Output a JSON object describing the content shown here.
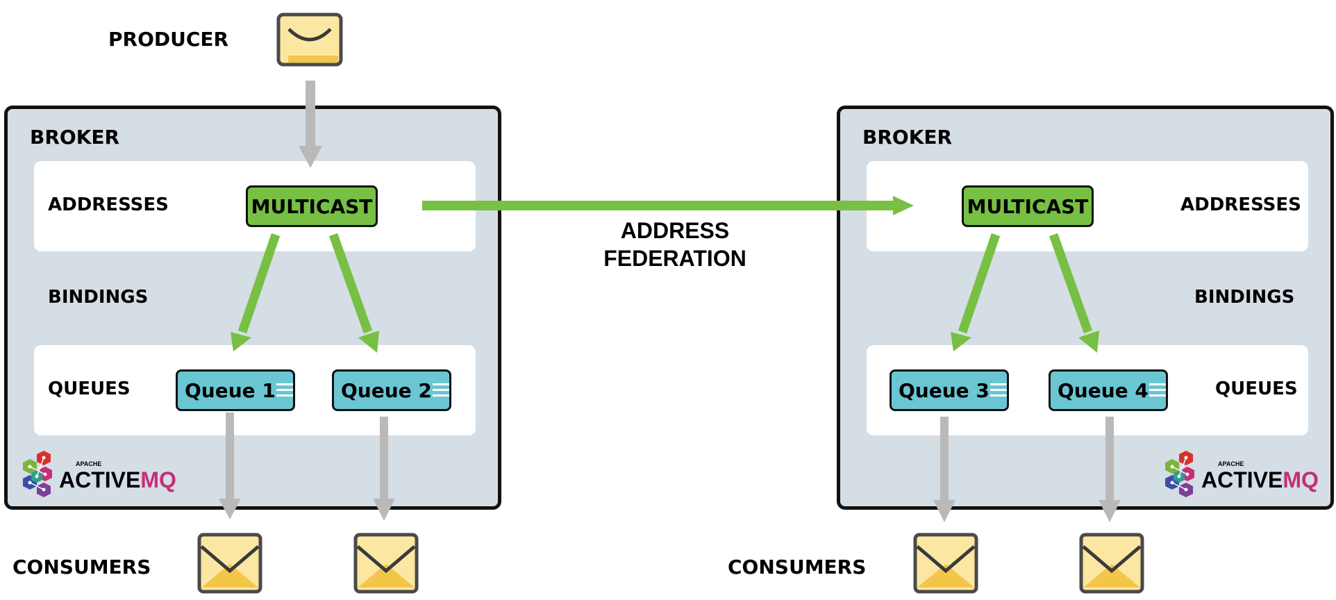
{
  "producer": {
    "label": "PRODUCER",
    "icon": "envelope-closed-icon"
  },
  "federation": {
    "line1": "ADDRESS",
    "line2": "FEDERATION"
  },
  "brokers": [
    {
      "title": "BROKER",
      "addresses_label": "ADDRESSES",
      "bindings_label": "BINDINGS",
      "queues_label": "QUEUES",
      "address": "MULTICAST",
      "queues": [
        "Queue 1",
        "Queue 2"
      ],
      "logo": {
        "small": "APACHE",
        "word_a": "ACTIVE",
        "word_b": "MQ"
      }
    },
    {
      "title": "BROKER",
      "addresses_label": "ADDRESSES",
      "bindings_label": "BINDINGS",
      "queues_label": "QUEUES",
      "address": "MULTICAST",
      "queues": [
        "Queue 3",
        "Queue 4"
      ],
      "logo": {
        "small": "APACHE",
        "word_a": "ACTIVE",
        "word_b": "MQ"
      }
    }
  ],
  "consumers": [
    {
      "label": "CONSUMERS",
      "icon": "envelope-open-icon"
    },
    {
      "label": "CONSUMERS",
      "icon": "envelope-open-icon"
    }
  ],
  "colors": {
    "broker_bg": "#d5dde5",
    "address_green": "#77c043",
    "arrow_green": "#77c043",
    "queue_blue": "#6ac6d3",
    "arrow_gray": "#b9b9b9",
    "envelope_fill": "#fbe7a1",
    "mq_magenta": "#c42f76"
  }
}
